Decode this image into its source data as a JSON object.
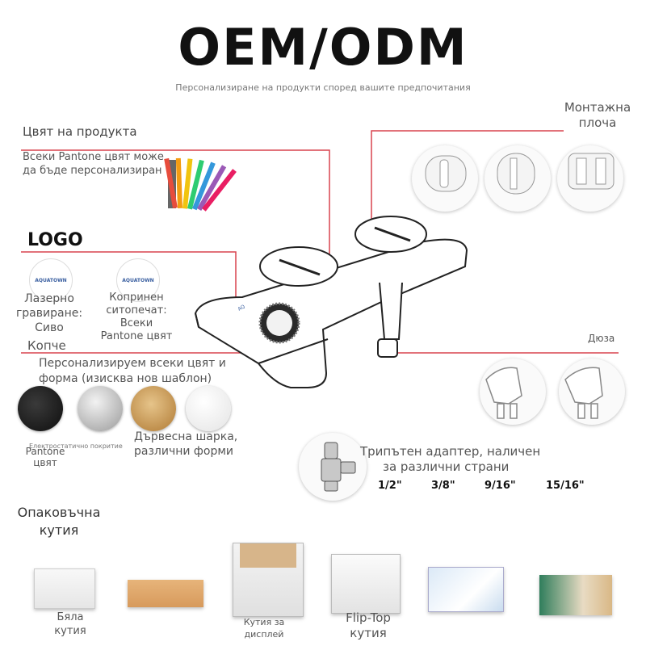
{
  "header": {
    "title": "OEM/ODM",
    "subtitle": "Персонализиране на продукти според вашите предпочитания"
  },
  "color_section": {
    "heading": "Цвят на продукта",
    "text_line1": "Всеки Pantone цвят може",
    "text_line2": "да бъде персонализиран"
  },
  "mount_section": {
    "heading_line1": "Монтажна",
    "heading_line2": "плоча"
  },
  "logo_section": {
    "heading": "LOGO",
    "brand_mark": "AQUATOWN",
    "laser": [
      "Лазерно",
      "гравиране:",
      "Сиво"
    ],
    "silk": [
      "Копринен",
      "ситопечат:",
      "Всеки",
      "Pantone цвят"
    ]
  },
  "knob_section": {
    "heading": "Копче",
    "text_line1": "Персонализируем всеки цвят и",
    "text_line2": "форма (изисква нов шаблон)",
    "electrostatic": "Електростатично покритие",
    "pantone": [
      "Pantone",
      "цвят"
    ],
    "wood": [
      "Дървесна шарка,",
      "различни форми"
    ]
  },
  "nozzle_section": {
    "heading": "Дюза"
  },
  "adapter_section": {
    "text_line1": "Трипътен адаптер, наличен",
    "text_line2": "за различни страни",
    "sizes": [
      "1/2\"",
      "3/8\"",
      "9/16\"",
      "15/16\""
    ]
  },
  "packaging": {
    "heading_line1": "Опаковъчна",
    "heading_line2": "кутия",
    "white_box": [
      "Бяла",
      "кутия"
    ],
    "display_box": [
      "Кутия за",
      "дисплей"
    ],
    "flip_top": [
      "Flip-Top",
      "кутия"
    ]
  },
  "colors": {
    "accent_line": "#d9434f",
    "text": "#555555",
    "heading": "#111111"
  }
}
